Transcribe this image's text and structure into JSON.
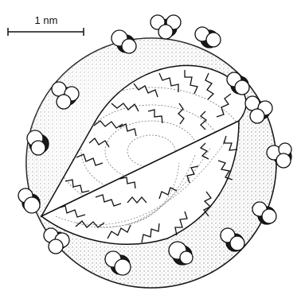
{
  "scale_bar": {
    "label": "1 nm"
  },
  "colors": {
    "ink": "#111111",
    "background": "#ffffff",
    "headgroup_fill": "#ffffff",
    "headgroup_shadow": "#1a1a1a",
    "stipple": "#8a8a8a"
  },
  "icons": [
    "micelle-sphere",
    "hydrocarbon-core-cutaway",
    "polar-headgroup",
    "hydrocarbon-tail"
  ]
}
